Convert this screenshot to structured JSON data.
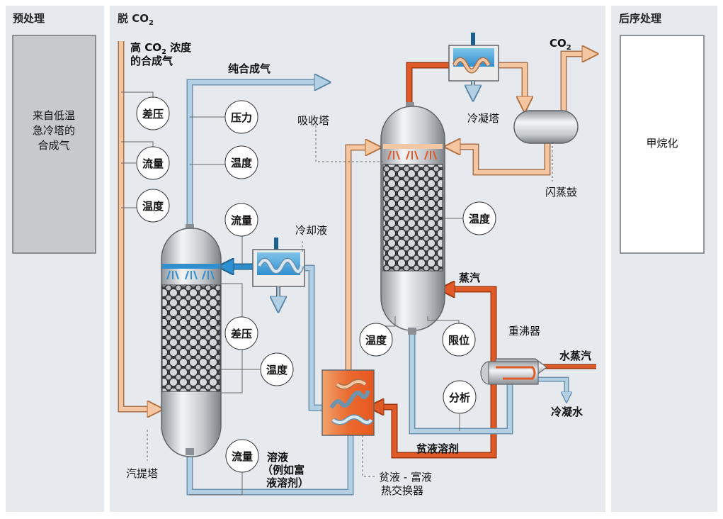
{
  "sections": {
    "pretreatment": {
      "title": "预处理",
      "box_text": [
        "来自低温",
        "急冷塔的",
        "合成气"
      ]
    },
    "co2_removal": {
      "title": "脱 CO",
      "title_sub": "2"
    },
    "post": {
      "title": "后序处理",
      "box_text": "甲烷化"
    }
  },
  "labels": {
    "feed_gas": {
      "line1_a": "高 CO",
      "line1_sub": "2",
      "line1_b": " 浓度",
      "line2": "的合成气"
    },
    "pure_syngas": "纯合成气",
    "co2_out": {
      "main": "CO",
      "sub": "2"
    },
    "absorber": "吸收塔",
    "condenser": "冷凝塔",
    "flash_drum": "闪蒸鼓",
    "coolant": "冷却液",
    "steam": "蒸汽",
    "reboiler": "重沸器",
    "water_steam": "水蒸汽",
    "condensate": "冷凝水",
    "lean_solvent": "贫液溶剂",
    "stripper": "汽提塔",
    "solution": [
      "溶液",
      "（例如富",
      "液溶剂）"
    ],
    "heat_exchanger": [
      "贫液 - 富液",
      "热交换器"
    ]
  },
  "instruments": {
    "dp1": "差压",
    "flow1": "流量",
    "temp1": "温度",
    "pressure": "压力",
    "temp2": "温度",
    "flow2": "流量",
    "dp2": "差压",
    "temp3": "温度",
    "temp4": "温度",
    "temp5": "温度",
    "level": "限位",
    "analysis": "分析",
    "flow3": "流量"
  },
  "colors": {
    "rich_gas": "#f5c6a2",
    "cool_line": "#b2cfe3",
    "hot_steam": "#e05a28",
    "panel": "#e6eaee",
    "box_gray": "#c7cacd"
  }
}
